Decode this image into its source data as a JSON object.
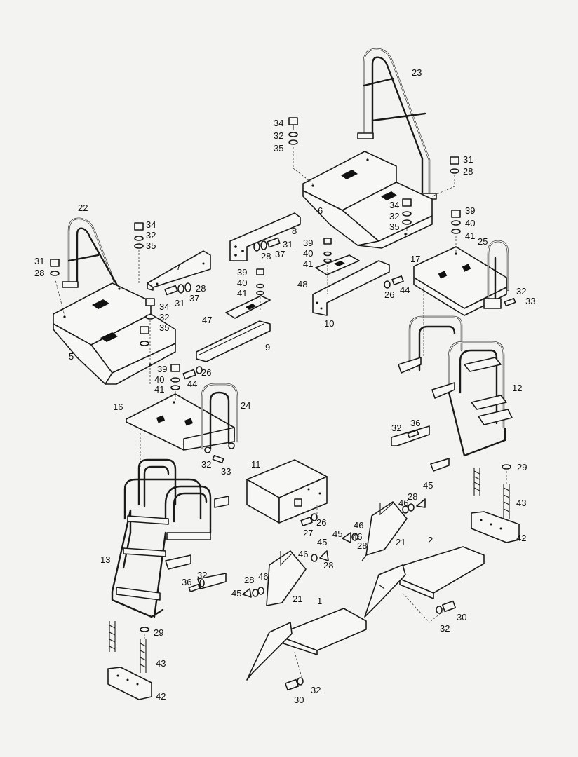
{
  "callouts": [
    {
      "id": "c1",
      "text": "1"
    },
    {
      "id": "c2",
      "text": "2"
    },
    {
      "id": "c5",
      "text": "5"
    },
    {
      "id": "c6",
      "text": "6"
    },
    {
      "id": "c7",
      "text": "7"
    },
    {
      "id": "c8",
      "text": "8"
    },
    {
      "id": "c9",
      "text": "9"
    },
    {
      "id": "c10",
      "text": "10"
    },
    {
      "id": "c11",
      "text": "11"
    },
    {
      "id": "c12",
      "text": "12"
    },
    {
      "id": "c13",
      "text": "13"
    },
    {
      "id": "c16",
      "text": "16"
    },
    {
      "id": "c17",
      "text": "17"
    },
    {
      "id": "c21a",
      "text": "21"
    },
    {
      "id": "c21b",
      "text": "21"
    },
    {
      "id": "c22",
      "text": "22"
    },
    {
      "id": "c23",
      "text": "23"
    },
    {
      "id": "c24",
      "text": "24"
    },
    {
      "id": "c25",
      "text": "25"
    },
    {
      "id": "c26a",
      "text": "26"
    },
    {
      "id": "c26b",
      "text": "26"
    },
    {
      "id": "c26c",
      "text": "26"
    },
    {
      "id": "c27",
      "text": "27"
    },
    {
      "id": "c28a",
      "text": "28"
    },
    {
      "id": "c28b",
      "text": "28"
    },
    {
      "id": "c28c",
      "text": "28"
    },
    {
      "id": "c28d",
      "text": "28"
    },
    {
      "id": "c28e",
      "text": "28"
    },
    {
      "id": "c28f",
      "text": "28"
    },
    {
      "id": "c28g",
      "text": "28"
    },
    {
      "id": "c28h",
      "text": "28"
    },
    {
      "id": "c29a",
      "text": "29"
    },
    {
      "id": "c29b",
      "text": "29"
    },
    {
      "id": "c30a",
      "text": "30"
    },
    {
      "id": "c30b",
      "text": "30"
    },
    {
      "id": "c31a",
      "text": "31"
    },
    {
      "id": "c31b",
      "text": "31"
    },
    {
      "id": "c31c",
      "text": "31"
    },
    {
      "id": "c31d",
      "text": "31"
    },
    {
      "id": "c32a",
      "text": "32"
    },
    {
      "id": "c32b",
      "text": "32"
    },
    {
      "id": "c32c",
      "text": "32"
    },
    {
      "id": "c32d",
      "text": "32"
    },
    {
      "id": "c32e",
      "text": "32"
    },
    {
      "id": "c32f",
      "text": "32"
    },
    {
      "id": "c32g",
      "text": "32"
    },
    {
      "id": "c32h",
      "text": "32"
    },
    {
      "id": "c32i",
      "text": "32"
    },
    {
      "id": "c32j",
      "text": "32"
    },
    {
      "id": "c33a",
      "text": "33"
    },
    {
      "id": "c33b",
      "text": "33"
    },
    {
      "id": "c34a",
      "text": "34"
    },
    {
      "id": "c34b",
      "text": "34"
    },
    {
      "id": "c34c",
      "text": "34"
    },
    {
      "id": "c34d",
      "text": "34"
    },
    {
      "id": "c35a",
      "text": "35"
    },
    {
      "id": "c35b",
      "text": "35"
    },
    {
      "id": "c35c",
      "text": "35"
    },
    {
      "id": "c35d",
      "text": "35"
    },
    {
      "id": "c36a",
      "text": "36"
    },
    {
      "id": "c36b",
      "text": "36"
    },
    {
      "id": "c37a",
      "text": "37"
    },
    {
      "id": "c37b",
      "text": "37"
    },
    {
      "id": "c39a",
      "text": "39"
    },
    {
      "id": "c39b",
      "text": "39"
    },
    {
      "id": "c39c",
      "text": "39"
    },
    {
      "id": "c39d",
      "text": "39"
    },
    {
      "id": "c40a",
      "text": "40"
    },
    {
      "id": "c40b",
      "text": "40"
    },
    {
      "id": "c40c",
      "text": "40"
    },
    {
      "id": "c40d",
      "text": "40"
    },
    {
      "id": "c41a",
      "text": "41"
    },
    {
      "id": "c41b",
      "text": "41"
    },
    {
      "id": "c41c",
      "text": "41"
    },
    {
      "id": "c41d",
      "text": "41"
    },
    {
      "id": "c42a",
      "text": "42"
    },
    {
      "id": "c42b",
      "text": "42"
    },
    {
      "id": "c43a",
      "text": "43"
    },
    {
      "id": "c43b",
      "text": "43"
    },
    {
      "id": "c44a",
      "text": "44"
    },
    {
      "id": "c44b",
      "text": "44"
    },
    {
      "id": "c45a",
      "text": "45"
    },
    {
      "id": "c45b",
      "text": "45"
    },
    {
      "id": "c45c",
      "text": "45"
    },
    {
      "id": "c45d",
      "text": "45"
    },
    {
      "id": "c46a",
      "text": "46"
    },
    {
      "id": "c46b",
      "text": "46"
    },
    {
      "id": "c46c",
      "text": "46"
    },
    {
      "id": "c46d",
      "text": "46"
    },
    {
      "id": "c46e",
      "text": "46"
    },
    {
      "id": "c47",
      "text": "47"
    },
    {
      "id": "c48",
      "text": "48"
    }
  ]
}
